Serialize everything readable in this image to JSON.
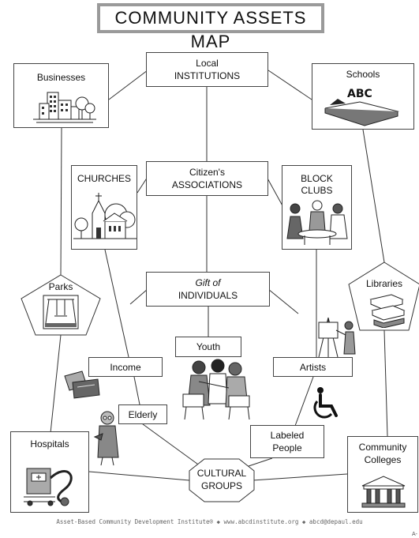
{
  "title": "COMMUNITY ASSETS MAP",
  "nodes": {
    "local_institutions": [
      "Local",
      "INSTITUTIONS"
    ],
    "citizens_associations": [
      "Citizen's",
      "ASSOCIATIONS"
    ],
    "gift_of_individuals": [
      "Gift of",
      "INDIVIDUALS"
    ],
    "businesses": "Businesses",
    "schools": "Schools",
    "churches": "CHURCHES",
    "block_clubs": [
      "BLOCK",
      "CLUBS"
    ],
    "parks": "Parks",
    "libraries": "Libraries",
    "youth": "Youth",
    "income": "Income",
    "artists": "Artists",
    "elderly": "Elderly",
    "hospitals": "Hospitals",
    "labeled_people": [
      "Labeled",
      "People"
    ],
    "community_colleges": [
      "Community",
      "Colleges"
    ],
    "cultural_groups": [
      "CULTURAL",
      "GROUPS"
    ]
  },
  "icon_text": {
    "abc": "ABC"
  },
  "footer": "Asset-Based Community Development Institute® ◆ www.abcdinstitute.org ◆ abcd@depaul.edu",
  "page_number": "A-"
}
